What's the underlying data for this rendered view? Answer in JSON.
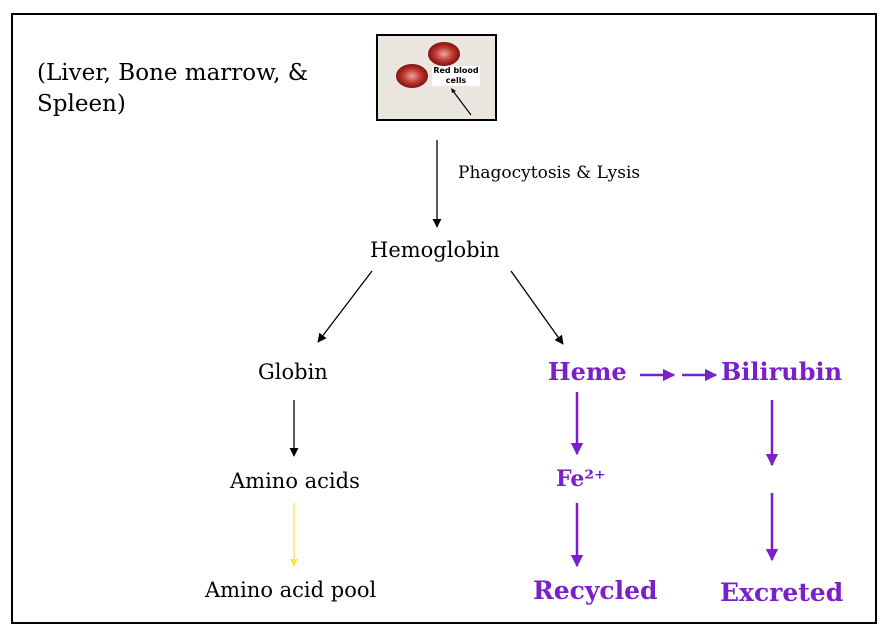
{
  "diagram": {
    "location_note": "(Liver, Bone marrow, & Spleen)",
    "image_label": "Red blood cells",
    "step_label": "Phagocytosis & Lysis",
    "nodes": {
      "hemoglobin": "Hemoglobin",
      "globin": "Globin",
      "amino_acids": "Amino acids",
      "amino_acid_pool": "Amino acid pool",
      "heme": "Heme",
      "bilirubin": "Bilirubin",
      "iron": "Fe²⁺",
      "recycled": "Recycled",
      "excreted": "Excreted"
    }
  },
  "colors": {
    "accent": "#7a1fc9",
    "black": "#000000",
    "pool_arrow": "#f5e642",
    "rbc": "#b02020"
  }
}
